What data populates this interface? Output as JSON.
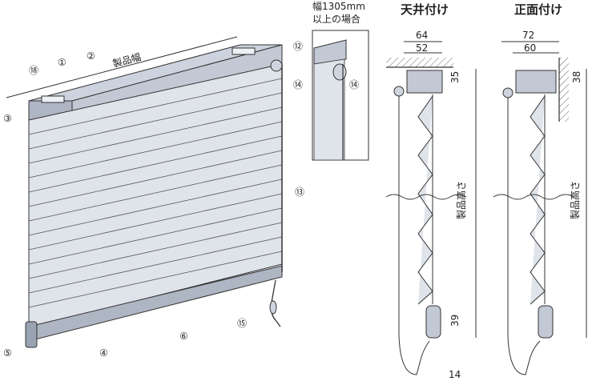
{
  "headings": {
    "ceiling_mount": "天井付け",
    "front_mount": "正面付け"
  },
  "note": {
    "line1": "幅1305mm",
    "line2": "以上の場合"
  },
  "labels": {
    "product_width": "製品幅",
    "product_height": "製品高さ"
  },
  "callouts": {
    "c1": "①",
    "c2": "②",
    "c3": "③",
    "c4": "④",
    "c5": "⑤",
    "c6": "⑥",
    "c12": "⑫",
    "c13": "⑬",
    "c14": "⑭",
    "c15": "⑮",
    "c18": "⑱",
    "c14_detail": "⑭"
  },
  "dimensions": {
    "ceiling": {
      "outer_width": "64",
      "inner_width": "52",
      "head_height": "35",
      "bottom_height": "39",
      "offset": "14"
    },
    "front": {
      "outer_width": "72",
      "inner_width": "60",
      "head_height": "38"
    }
  }
}
